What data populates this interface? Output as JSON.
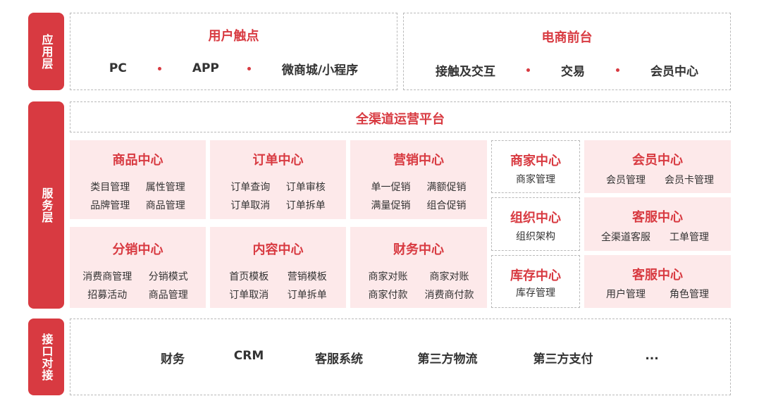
{
  "layers": {
    "app": "应用层",
    "service": "服务层",
    "interface": "接口对接"
  },
  "app_layer": {
    "user_touch": {
      "title": "用户触点",
      "items": [
        "PC",
        "APP",
        "微商城/小程序"
      ]
    },
    "ecom_front": {
      "title": "电商前台",
      "items": [
        "接触及交互",
        "交易",
        "会员中心"
      ]
    }
  },
  "service_layer": {
    "platform_title": "全渠道运营平台",
    "modules": [
      {
        "title": "商品中心",
        "items": [
          "类目管理",
          "属性管理",
          "品牌管理",
          "商品管理"
        ]
      },
      {
        "title": "订单中心",
        "items": [
          "订单查询",
          "订单审核",
          "订单取消",
          "订单拆单"
        ]
      },
      {
        "title": "营销中心",
        "items": [
          "单一促销",
          "满额促销",
          "满量促销",
          "组合促销"
        ]
      },
      {
        "title": "分销中心",
        "items": [
          "消费商管理",
          "分销模式",
          "招募活动",
          "商品管理"
        ]
      },
      {
        "title": "内容中心",
        "items": [
          "首页模板",
          "营销模板",
          "订单取消",
          "订单拆单"
        ]
      },
      {
        "title": "财务中心",
        "items": [
          "商家对账",
          "商家对账",
          "商家付款",
          "消费商付款"
        ]
      }
    ],
    "small_centers": [
      {
        "title": "商家中心",
        "sub": "商家管理"
      },
      {
        "title": "组织中心",
        "sub": "组织架构"
      },
      {
        "title": "库存中心",
        "sub": "库存管理"
      }
    ],
    "right_centers": [
      {
        "title": "会员中心",
        "items": [
          "会员管理",
          "会员卡管理"
        ]
      },
      {
        "title": "客服中心",
        "items": [
          "全渠道客服",
          "工单管理"
        ]
      },
      {
        "title": "客服中心",
        "items": [
          "用户管理",
          "角色管理"
        ]
      }
    ]
  },
  "interface_layer": {
    "items": [
      "财务",
      "CRM",
      "客服系统",
      "第三方物流",
      "第三方支付",
      "..."
    ]
  },
  "colors": {
    "accent": "#d83a41",
    "pink_bg": "#fde9ea",
    "dashed_border": "#b9b9b9"
  }
}
